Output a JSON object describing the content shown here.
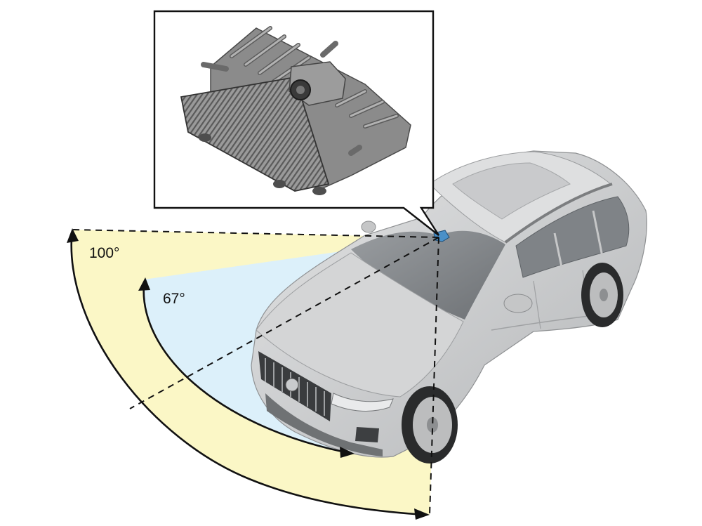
{
  "labels": {
    "wide_angle": "100°",
    "narrow_angle": "67°"
  },
  "colors": {
    "wide_field": "#fbf7c6",
    "narrow_field": "#dcf0fa",
    "camera_module": "#4a90c8",
    "car_body": "#cfd0d1",
    "outline": "#111111"
  },
  "icons": {
    "camera_detail": "windshield-camera-module",
    "vehicle": "suv-vehicle",
    "arrow": "arrowhead"
  }
}
